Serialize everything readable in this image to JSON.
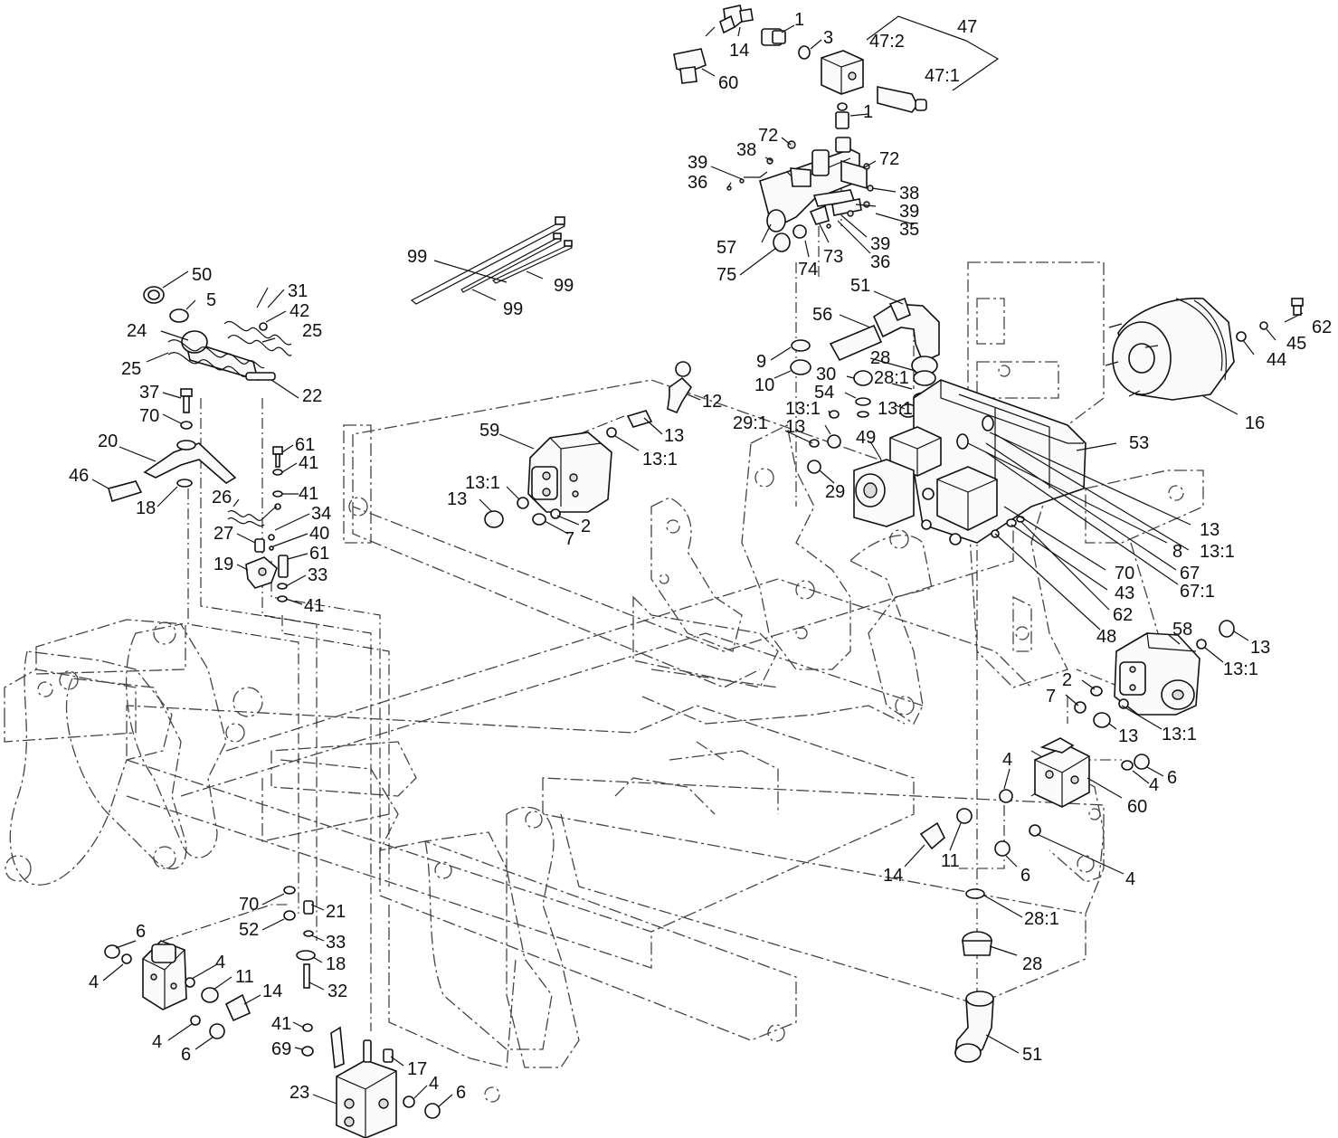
{
  "labels": {
    "p1a": "1",
    "p3": "3",
    "p47": "47",
    "p47_2": "47:2",
    "p47_1": "47:1",
    "p14a": "14",
    "p60a": "60",
    "p1b": "1",
    "p72a": "72",
    "p72b": "72",
    "p38a": "38",
    "p38b": "38",
    "p39a": "39",
    "p39b": "39",
    "p39c": "39",
    "p36a": "36",
    "p36b": "36",
    "p35": "35",
    "p57": "57",
    "p75": "75",
    "p74": "74",
    "p73": "73",
    "p99a": "99",
    "p99b": "99",
    "p99c": "99",
    "p50": "50",
    "p5": "5",
    "p31": "31",
    "p42": "42",
    "p24": "24",
    "p25a": "25",
    "p25b": "25",
    "p22": "22",
    "p37": "37",
    "p70a": "70",
    "p20": "20",
    "p46": "46",
    "p18a": "18",
    "p61a": "61",
    "p41a": "41",
    "p41b": "41",
    "p26": "26",
    "p34": "34",
    "p27": "27",
    "p40": "40",
    "p61b": "61",
    "p19": "19",
    "p33a": "33",
    "p41c": "41",
    "p12": "12",
    "p13a": "13",
    "p13_1a": "13:1",
    "p59": "59",
    "p13_1b": "13:1",
    "p13b": "13",
    "p2a": "2",
    "p7a": "7",
    "p51a": "51",
    "p56": "56",
    "p9": "9",
    "p10": "10",
    "p28a": "28",
    "p30": "30",
    "p28_1a": "28:1",
    "p54": "54",
    "p13_1c": "13:1",
    "p13_1d": "13:1",
    "p13c": "13",
    "p29_1": "29:1",
    "p49": "49",
    "p29": "29",
    "p53": "53",
    "p13d": "13",
    "p8": "8",
    "p13_1e": "13:1",
    "p70b": "70",
    "p67": "67",
    "p67_1": "67:1",
    "p43": "43",
    "p62a": "62",
    "p48": "48",
    "p62b": "62",
    "p45": "45",
    "p44": "44",
    "p16": "16",
    "p58": "58",
    "p13e": "13",
    "p13_1f": "13:1",
    "p2b": "2",
    "p7b": "7",
    "p13f": "13",
    "p13_1g": "13:1",
    "p4a": "4",
    "p6a": "6",
    "p60b": "60",
    "p14b": "14",
    "p11a": "11",
    "p6b": "6",
    "p4b": "4",
    "p4c": "4",
    "p28_1b": "28:1",
    "p28b": "28",
    "p51b": "51",
    "p70c": "70",
    "p21": "21",
    "p52": "52",
    "p33b": "33",
    "p18b": "18",
    "p32": "32",
    "p6c": "6",
    "p4d": "4",
    "p4e": "4",
    "p11b": "11",
    "p14c": "14",
    "p4f": "4",
    "p6d": "6",
    "p41d": "41",
    "p69": "69",
    "p17": "17",
    "p4g": "4",
    "p6e": "6",
    "p23": "23"
  }
}
